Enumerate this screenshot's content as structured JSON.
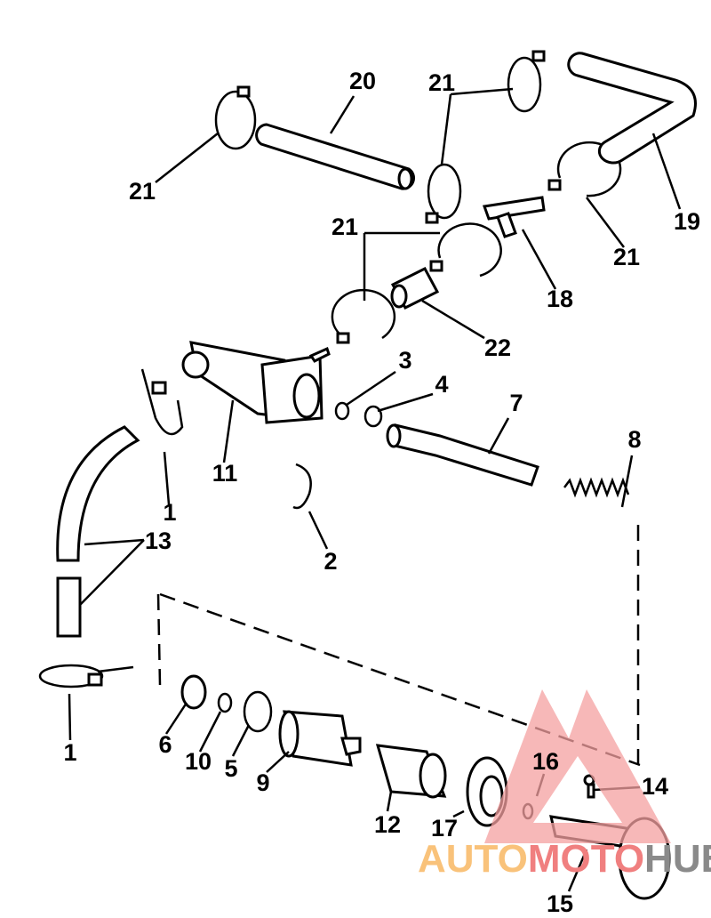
{
  "diagram": {
    "type": "exploded-parts-diagram",
    "callouts": [
      "20",
      "21",
      "21",
      "19",
      "21",
      "21",
      "18",
      "22",
      "3",
      "4",
      "7",
      "8",
      "11",
      "1",
      "13",
      "2",
      "1",
      "6",
      "10",
      "5",
      "9",
      "12",
      "17",
      "16",
      "14",
      "15"
    ]
  },
  "watermark": {
    "part1": "AUTO",
    "part2": "MOTO",
    "part3": "HUB",
    "colors": {
      "auto": "#f9c27a",
      "moto": "#f07f7f",
      "hub": "#8a8a8a",
      "triangle": "#f4a0a0"
    }
  }
}
